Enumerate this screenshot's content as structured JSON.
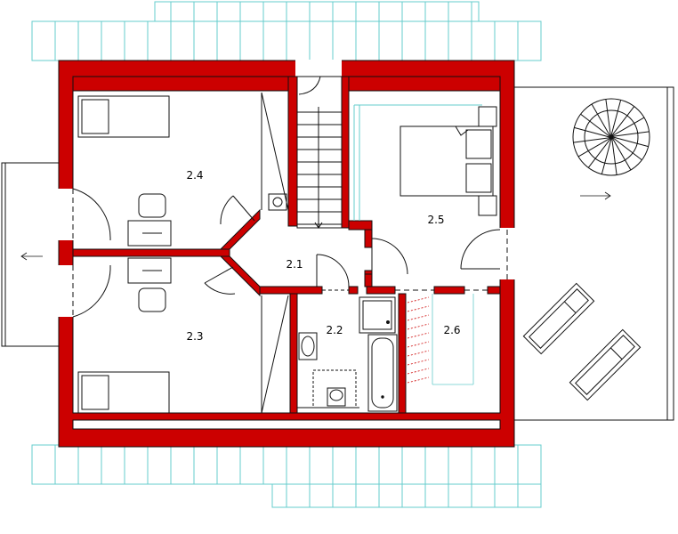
{
  "colors": {
    "wall": "#cc0000",
    "outline": "#111111",
    "roof": "#66cccc",
    "furniture": "#222222",
    "background": "#ffffff"
  },
  "rooms": [
    {
      "id": "2.1",
      "label": "2.1"
    },
    {
      "id": "2.2",
      "label": "2.2"
    },
    {
      "id": "2.3",
      "label": "2.3"
    },
    {
      "id": "2.4",
      "label": "2.4"
    },
    {
      "id": "2.5",
      "label": "2.5"
    },
    {
      "id": "2.6",
      "label": "2.6"
    }
  ],
  "icons": {
    "balcony_left_arrow": "arrow-left",
    "terrace_arrow": "arrow-right",
    "spiral_stair": "spiral-staircase"
  }
}
